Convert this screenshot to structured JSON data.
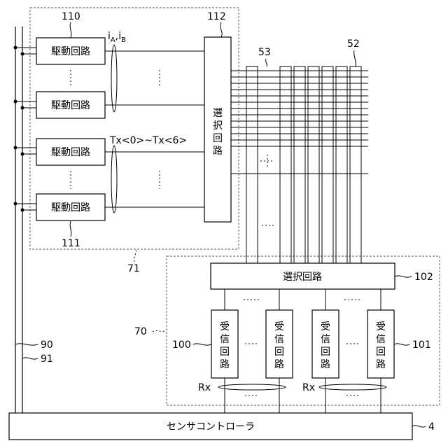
{
  "labels": {
    "drive_circuit": "駆動回路",
    "select_circuit_vertical": [
      "選",
      "択",
      "回",
      "路"
    ],
    "select_circuit_horizontal": "選択回路",
    "receive_circuit": [
      "受",
      "信",
      "回",
      "路"
    ],
    "sensor_controller": "センサコントローラ",
    "signal_i_a": "i",
    "signal_i_a_sub": "A",
    "signal_i_b": "i",
    "signal_i_b_sub": "B",
    "signal_tx": "Tx<0>~Tx<6>",
    "signal_rx_1": "Rx",
    "signal_rx_2": "Rx"
  },
  "refs": {
    "r110": "110",
    "r112": "112",
    "r53": "53",
    "r52": "52",
    "r111": "111",
    "r71": "71",
    "r70": "70",
    "r102": "102",
    "r100": "100",
    "r101": "101",
    "r90": "90",
    "r91": "91",
    "r4": "4"
  }
}
